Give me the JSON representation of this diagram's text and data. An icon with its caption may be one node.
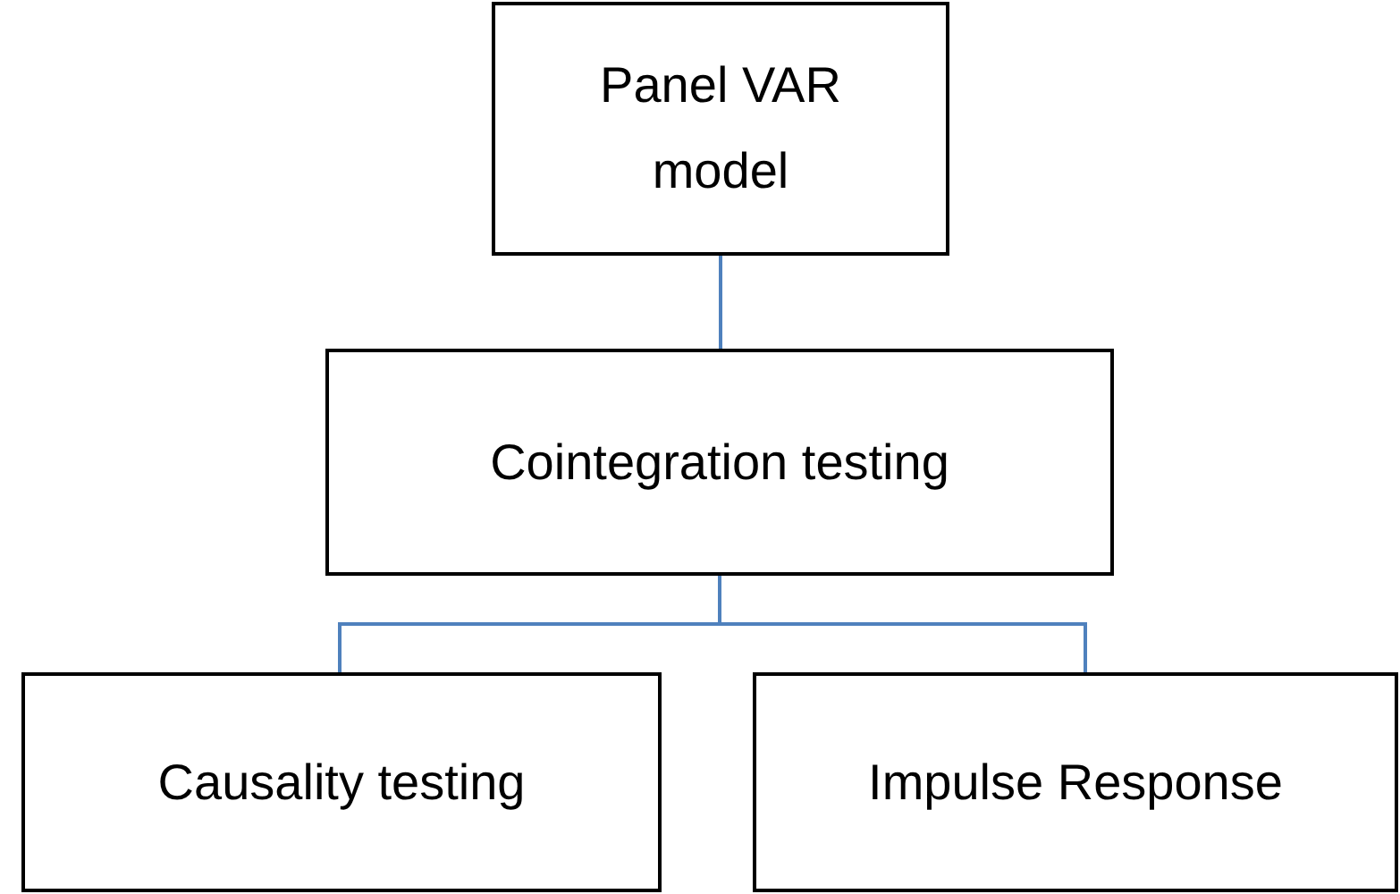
{
  "diagram": {
    "nodes": [
      {
        "text": [
          "Panel VAR model"
        ]
      },
      {
        "text": [
          "Cointegration testing"
        ]
      },
      {
        "text": [
          "Causality testing"
        ]
      },
      {
        "text": [
          "Impulse Response"
        ]
      }
    ],
    "edges": [
      {
        "from": 0,
        "to": 1,
        "arrow": "none"
      },
      {
        "from": 1,
        "to": 2,
        "arrow": "none"
      },
      {
        "from": 1,
        "to": 3,
        "arrow": "none"
      }
    ]
  }
}
